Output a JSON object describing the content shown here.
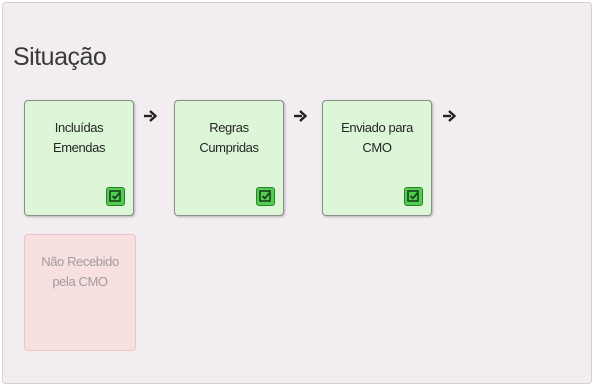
{
  "panel": {
    "title": "Situação"
  },
  "steps": [
    {
      "label_line1": "Incluídas",
      "label_line2": "Emendas",
      "status": "completed",
      "icon": "checkbox-icon"
    },
    {
      "label_line1": "Regras",
      "label_line2": "Cumpridas",
      "status": "completed",
      "icon": "checkbox-icon"
    },
    {
      "label_line1": "Enviado para",
      "label_line2": "CMO",
      "status": "completed",
      "icon": "checkbox-icon"
    }
  ],
  "pending_step": {
    "label_line1": "Não Recebido",
    "label_line2": "pela CMO",
    "status": "pending"
  },
  "colors": {
    "panel_background": "#f1edf0",
    "completed_background": "#dcf6d7",
    "pending_background": "#f8dfe0",
    "check_green": "#4fcf4f"
  }
}
